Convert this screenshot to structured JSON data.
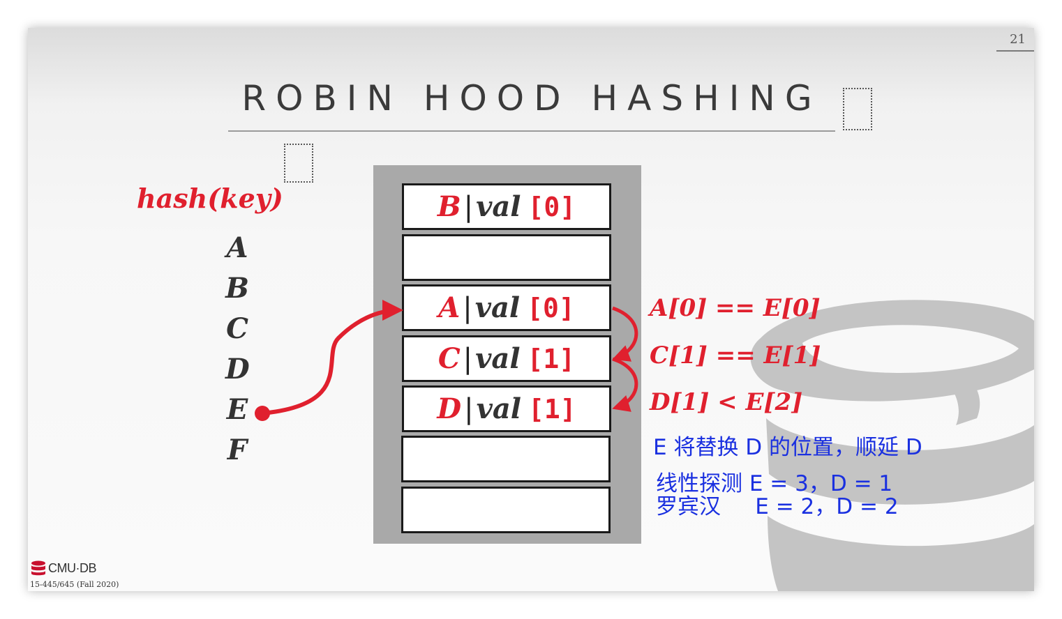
{
  "slide": {
    "page_number": "21",
    "title": "ROBIN HOOD HASHING",
    "hash_label": "hash(key)",
    "keys": [
      "A",
      "B",
      "C",
      "D",
      "E",
      "F"
    ],
    "slots": [
      {
        "key": "B",
        "sep": "|",
        "val": "val",
        "idx": "[0]"
      },
      {
        "key": "",
        "sep": "",
        "val": "",
        "idx": ""
      },
      {
        "key": "A",
        "sep": "|",
        "val": "val",
        "idx": "[0]"
      },
      {
        "key": "C",
        "sep": "|",
        "val": "val",
        "idx": "[1]"
      },
      {
        "key": "D",
        "sep": "|",
        "val": "val",
        "idx": "[1]"
      },
      {
        "key": "",
        "sep": "",
        "val": "",
        "idx": ""
      },
      {
        "key": "",
        "sep": "",
        "val": "",
        "idx": ""
      }
    ],
    "comparisons": [
      "A[0] == E[0]",
      "C[1] == E[1]",
      "D[1] < E[2]"
    ],
    "notes": {
      "line1": "E 将替换 D 的位置，顺延 D",
      "line2": "线性探测 E = 3，D = 1",
      "line3": "罗宾汉     E = 2，D = 2"
    },
    "footer": {
      "logo_text": "CMU·DB",
      "course": "15-445/645 (Fall 2020)"
    },
    "colors": {
      "accent_red": "#e0202e",
      "note_blue": "#1a30e0",
      "table_gray": "#a9a9a9"
    },
    "icons": [
      "database-logo-icon",
      "database-watermark-icon",
      "arrow-icon"
    ]
  }
}
